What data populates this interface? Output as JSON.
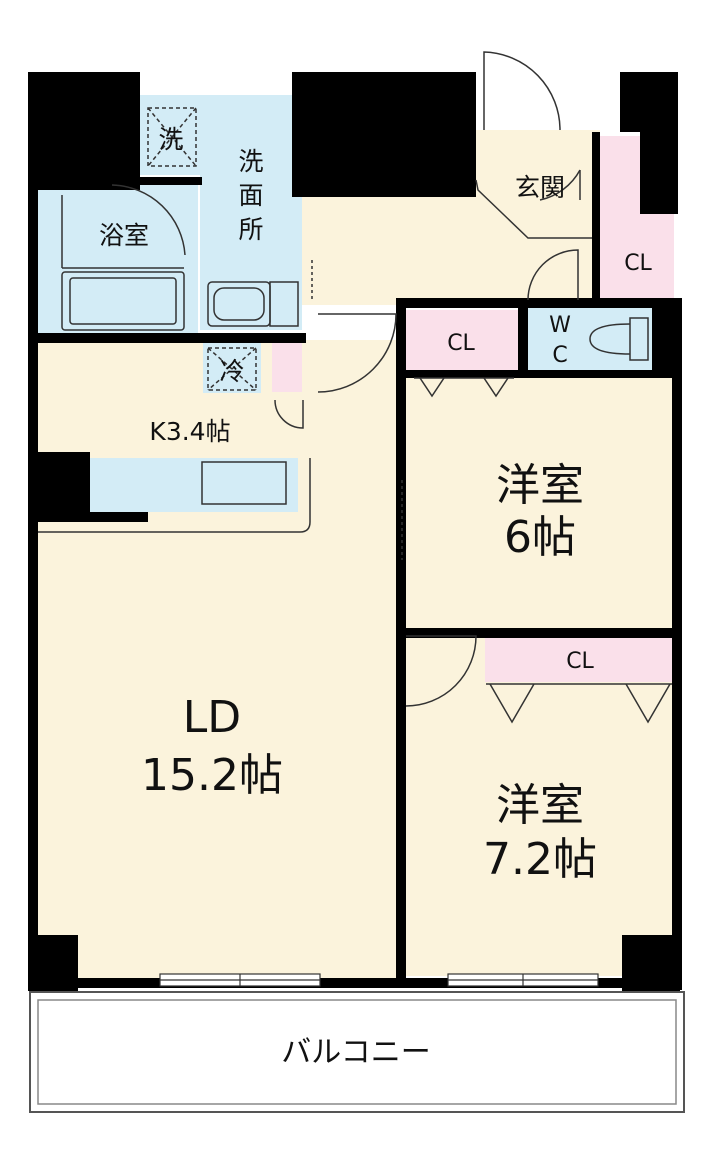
{
  "labels": {
    "washer": "洗",
    "washroom_1": "洗",
    "washroom_2": "面",
    "washroom_3": "所",
    "bath": "浴室",
    "entrance": "玄関",
    "cl_entrance": "CL",
    "cl_top": "CL",
    "wc_1": "W",
    "wc_2": "C",
    "fridge": "冷",
    "kitchen": "K3.4帖",
    "room1_name": "洋室",
    "room1_size": "6帖",
    "cl_room2": "CL",
    "ld_name": "LD",
    "ld_size": "15.2帖",
    "room2_name": "洋室",
    "room2_size": "7.2帖",
    "balcony": "バルコニー"
  },
  "colors": {
    "wall": "#000000",
    "floor": "#fbf3dc",
    "water": "#d3ecf6",
    "closet": "#fae0ea",
    "balcony": "#ffffff"
  }
}
